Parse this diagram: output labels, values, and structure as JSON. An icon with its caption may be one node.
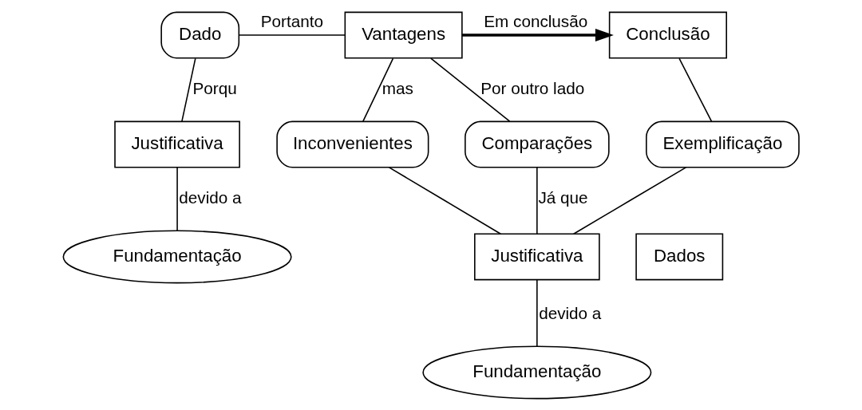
{
  "diagram": {
    "nodes": [
      {
        "text": [
          "Dado"
        ]
      },
      {
        "text": [
          "Vantagens"
        ]
      },
      {
        "text": [
          "Conclusão"
        ]
      },
      {
        "text": [
          "Justificativa"
        ]
      },
      {
        "text": [
          "Fundamentação"
        ]
      },
      {
        "text": [
          "Inconvenientes"
        ]
      },
      {
        "text": [
          "Comparações"
        ]
      },
      {
        "text": [
          "Exemplificação"
        ]
      },
      {
        "text": [
          "Dados"
        ]
      },
      {
        "text": [
          "Justificativa"
        ]
      },
      {
        "text": [
          "Fundamentação"
        ]
      }
    ],
    "edges": [
      {
        "from": 0,
        "to": 1,
        "arrow": "none",
        "label": "Portanto"
      },
      {
        "from": 0,
        "to": 3,
        "arrow": "none",
        "label": "Porqu"
      },
      {
        "from": 3,
        "to": 4,
        "arrow": "none",
        "label": "devido a"
      },
      {
        "from": 1,
        "to": 2,
        "arrow": "to",
        "label": "Em conclusão",
        "style": "thick"
      },
      {
        "from": 1,
        "to": 5,
        "arrow": "none",
        "label": "mas"
      },
      {
        "from": 1,
        "to": 6,
        "arrow": "none",
        "label": "Por outro lado"
      },
      {
        "from": 2,
        "to": 7,
        "arrow": "none"
      },
      {
        "from": 5,
        "to": 9,
        "arrow": "none"
      },
      {
        "from": 6,
        "to": 9,
        "arrow": "none",
        "label": "Já que"
      },
      {
        "from": 7,
        "to": 9,
        "arrow": "none"
      },
      {
        "from": 9,
        "to": 10,
        "arrow": "none",
        "label": "devido a"
      }
    ]
  }
}
